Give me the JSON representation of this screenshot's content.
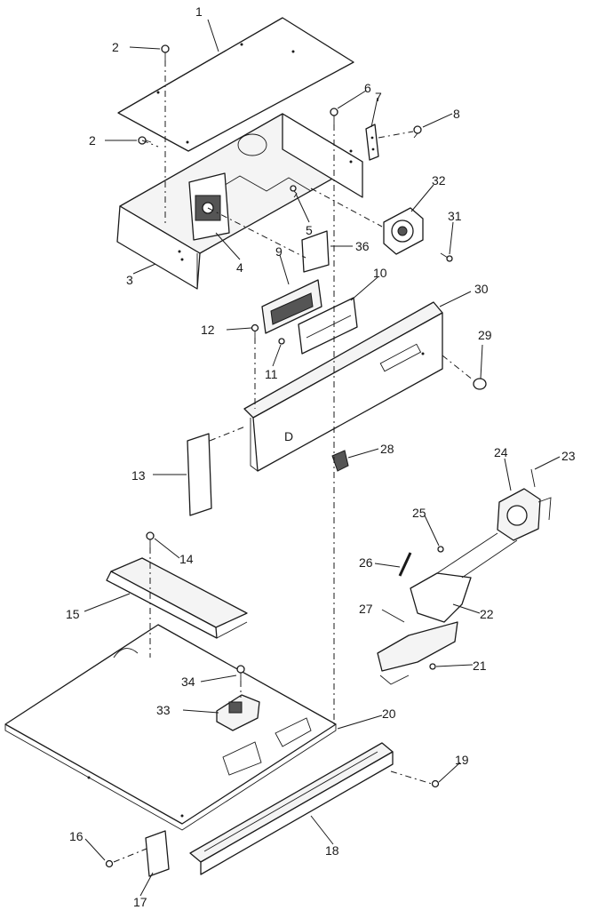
{
  "callouts": {
    "c1": "1",
    "c2a": "2",
    "c2b": "2",
    "c3": "3",
    "c4": "4",
    "c5": "5",
    "c6": "6",
    "c7": "7",
    "c8": "8",
    "c9": "9",
    "c10": "10",
    "c11": "11",
    "c12": "12",
    "c13": "13",
    "c14": "14",
    "c15": "15",
    "c16": "16",
    "c17": "17",
    "c18": "18",
    "c19": "19",
    "c20": "20",
    "c21": "21",
    "c22": "22",
    "c23": "23",
    "c24": "24",
    "c25": "25",
    "c26": "26",
    "c27": "27",
    "c28": "28",
    "c29": "29",
    "c30": "30",
    "c31": "31",
    "c32": "32",
    "c33": "33",
    "c34": "34",
    "c36": "36"
  },
  "panel_marking": "D"
}
